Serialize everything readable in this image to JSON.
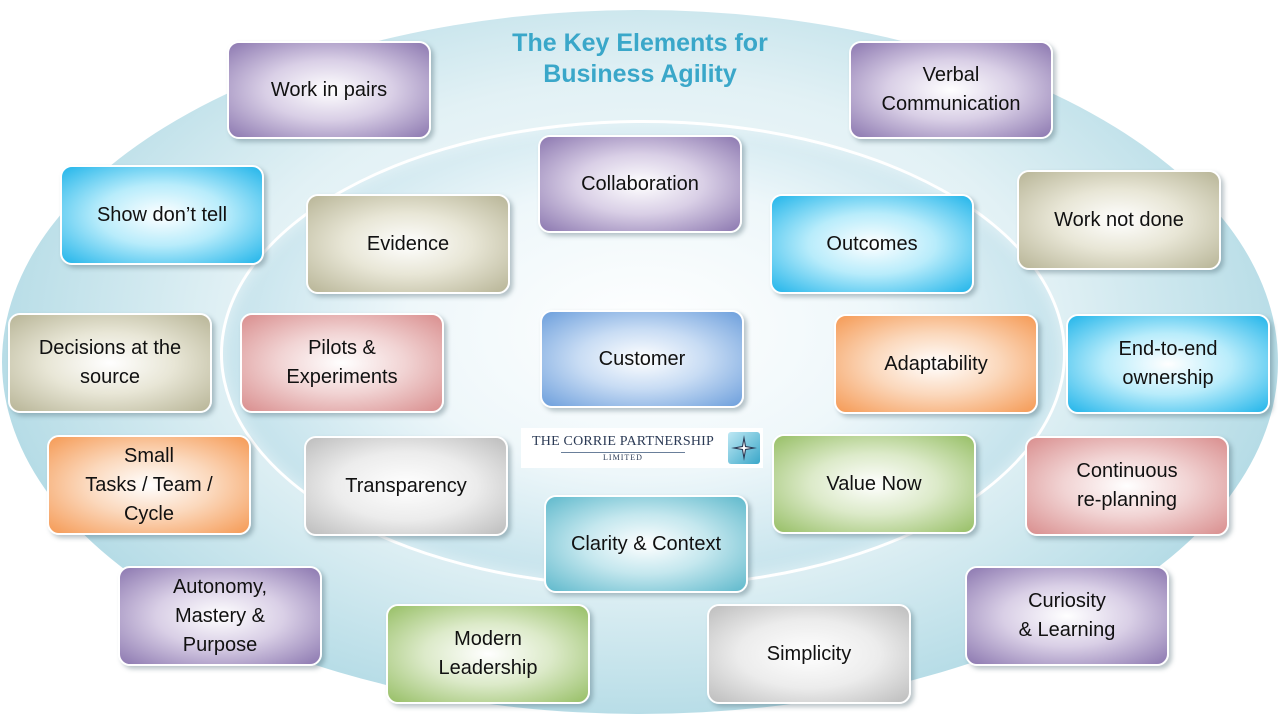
{
  "title": {
    "line1": "The Key Elements for",
    "line2": "Business Agility"
  },
  "logo": {
    "name": "THE CORRIE PARTNERSHIP",
    "sub": "LIMITED",
    "mark_icon": "compass-star-icon"
  },
  "colors": {
    "title": "#3aa7c9",
    "purple": "#8c78b0",
    "cyan": "#22b5ea",
    "tan": "#b8b597",
    "pink": "#d98e8e",
    "blue": "#6d9fdc",
    "orange": "#f59a55",
    "grey": "#bdbdbd",
    "green": "#97bf66",
    "teal": "#5fb9cc"
  },
  "inner_elements": {
    "collaboration": "Collaboration",
    "evidence": "Evidence",
    "outcomes": "Outcomes",
    "pilots": [
      "Pilots &",
      "Experiments"
    ],
    "customer": "Customer",
    "adaptability": "Adaptability",
    "transparency": "Transparency",
    "value_now": "Value Now",
    "clarity": "Clarity & Context"
  },
  "outer_elements": {
    "work_in_pairs": "Work in pairs",
    "verbal": [
      "Verbal",
      "Communication"
    ],
    "show_dont_tell": "Show don’t tell",
    "work_not_done": "Work not done",
    "decisions": [
      "Decisions at the",
      "source"
    ],
    "end_to_end": [
      "End-to-end",
      "ownership"
    ],
    "small": [
      "Small",
      "Tasks / Team /",
      "Cycle"
    ],
    "continuous": [
      "Continuous",
      "re-planning"
    ],
    "autonomy": [
      "Autonomy,",
      "Mastery &",
      "Purpose"
    ],
    "modern": [
      "Modern",
      "Leadership"
    ],
    "simplicity": "Simplicity",
    "curiosity": [
      "Curiosity",
      "& Learning"
    ]
  }
}
